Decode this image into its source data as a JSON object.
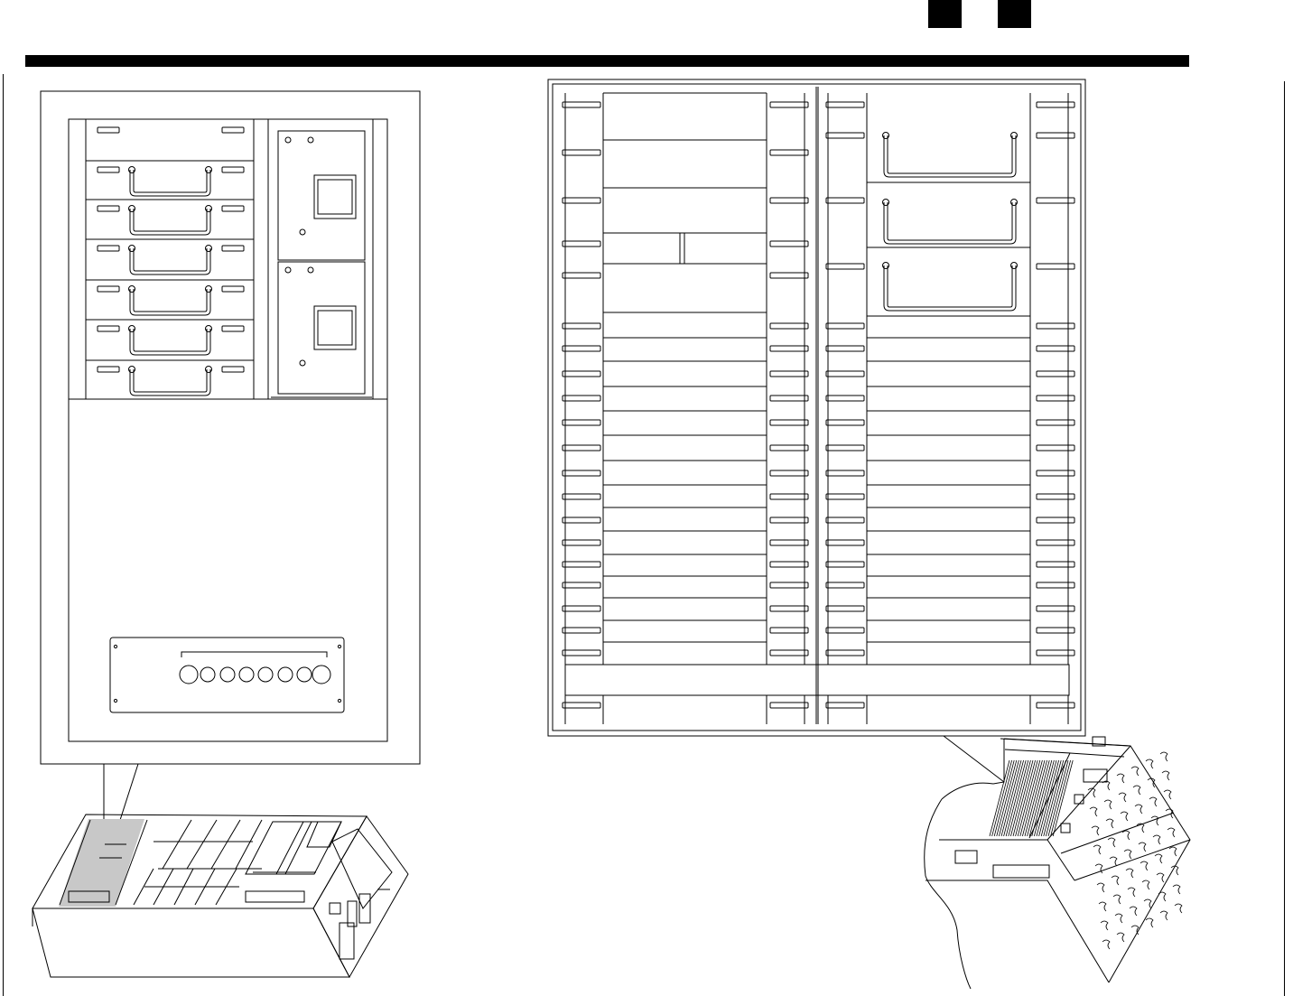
{
  "page": {
    "header_marks": [
      "filled-square",
      "filled-square"
    ],
    "header_rule": "black-bar"
  },
  "figures": {
    "left_detail": {
      "left_stack_drawers": 7,
      "right_modules": 2,
      "connector_plate_jacks": 8,
      "callout_target": "left-unit-overview"
    },
    "right_detail": {
      "left_column_slots": 23,
      "right_column_slots": 19,
      "right_column_handle_modules": 3,
      "callout_target": "right-unit-overview"
    }
  },
  "colors": {
    "line": "#000000",
    "highlight": "#c8c8c8",
    "background": "#ffffff"
  }
}
